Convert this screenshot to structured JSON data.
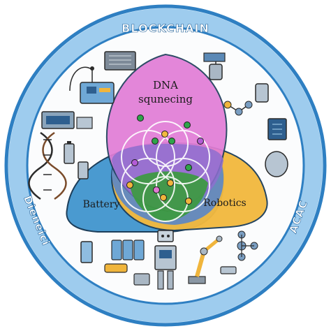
{
  "ring": {
    "top_label": "BLOCKCHAIN",
    "left_label": "Dieneici",
    "right_label": "ACAC"
  },
  "venn": {
    "dna_label_line1": "DNA",
    "dna_label_line2": "squnecing",
    "battery_label": "Battery",
    "robotics_label": "Robotics"
  },
  "colors": {
    "ring": "#3e8fcf",
    "ring_light": "#a9d6f2",
    "dna": "#e07ad3",
    "battery": "#3f8fc8",
    "robotics": "#f0b53c",
    "center": "#3c9a3f"
  },
  "icons": [
    "circuit-board-icon",
    "server-rack-icon",
    "battery-icon",
    "dna-helix-icon",
    "microscope-icon",
    "satellite-icon",
    "molecule-icon",
    "capacitor-icon",
    "robot-icon",
    "robotic-arm-icon",
    "gear-icon"
  ]
}
